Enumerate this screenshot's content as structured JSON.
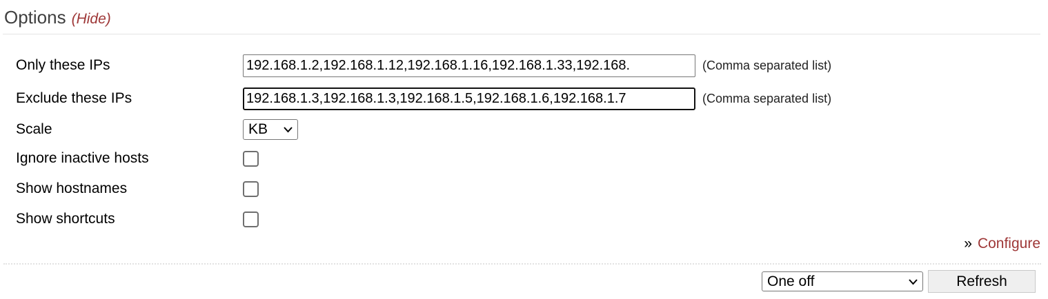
{
  "section": {
    "title": "Options",
    "hide_label": "(Hide)"
  },
  "fields": {
    "only_ips": {
      "label": "Only these IPs",
      "value": "192.168.1.2,192.168.1.12,192.168.1.16,192.168.1.33,192.168.",
      "hint": "(Comma separated list)"
    },
    "exclude_ips": {
      "label": "Exclude these IPs",
      "value": "192.168.1.3,192.168.1.3,192.168.1.5,192.168.1.6,192.168.1.7",
      "hint": "(Comma separated list)"
    },
    "scale": {
      "label": "Scale",
      "selected": "KB"
    },
    "ignore_inactive": {
      "label": "Ignore inactive hosts",
      "checked": false
    },
    "show_hostnames": {
      "label": "Show hostnames",
      "checked": false
    },
    "show_shortcuts": {
      "label": "Show shortcuts",
      "checked": false
    }
  },
  "configure": {
    "prefix": "»",
    "label": "Configure"
  },
  "footer": {
    "refresh_mode": "One off",
    "refresh_label": "Refresh"
  },
  "colors": {
    "link": "#9e3737",
    "title": "#404040"
  },
  "icons": {
    "dropdown": "chevron-down-icon"
  }
}
